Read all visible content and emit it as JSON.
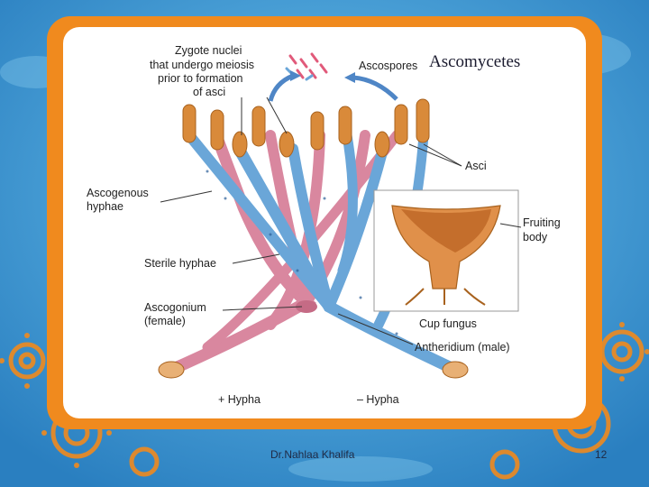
{
  "slide": {
    "title": "Ascomycetes",
    "footer_author": "Dr.Nahlaa Khalifa",
    "slide_number": "12"
  },
  "diagram": {
    "labels": {
      "zygote_nuclei": [
        "Zygote nuclei",
        "that undergo meiosis",
        "prior to formation",
        "of asci"
      ],
      "ascospores": "Ascospores",
      "asci": "Asci",
      "ascogenous_hyphae": [
        "Ascogenous",
        "hyphae"
      ],
      "fruiting_body": [
        "Fruiting",
        "body"
      ],
      "sterile_hyphae": "Sterile hyphae",
      "ascogonium": [
        "Ascogonium",
        "(female)"
      ],
      "cup_fungus": "Cup fungus",
      "antheridium": "Antheridium (male)",
      "plus_hypha": "+ Hypha",
      "minus_hypha": "– Hypha"
    }
  },
  "colors": {
    "background_blue": "#3a9ad6",
    "frame_orange": "#f08a1e",
    "panel_white": "#ffffff",
    "pink_hypha": "#d9879f",
    "blue_hypha": "#6aa6d8",
    "ascus_orange": "#d98a3a"
  }
}
